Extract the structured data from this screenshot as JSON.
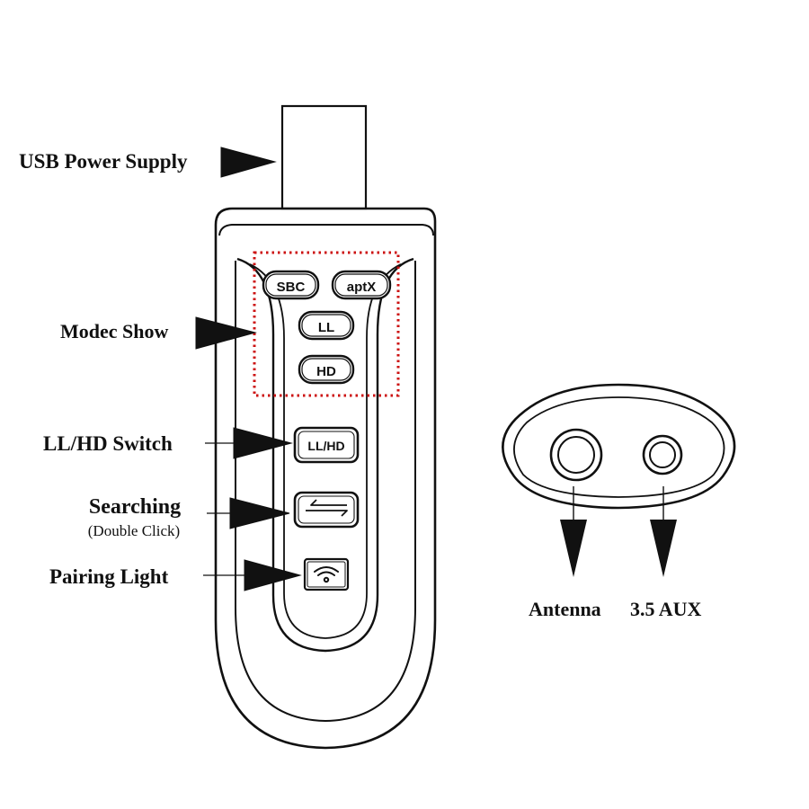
{
  "labels": {
    "usb_power_supply": "USB Power Supply",
    "modec_show": "Modec Show",
    "ll_hd_switch": "LL/HD Switch",
    "searching": "Searching",
    "searching_note": "(Double Click)",
    "pairing_light": "Pairing Light",
    "antenna": "Antenna",
    "aux": "3.5 AUX"
  },
  "buttons": {
    "sbc": "SBC",
    "aptx": "aptX",
    "ll": "LL",
    "hd": "HD",
    "ll_hd": "LL/HD"
  },
  "icons": {
    "search": "swap-arrows-icon",
    "pairing": "wifi-light-icon"
  },
  "colors": {
    "ink": "#111111",
    "highlight_box": "#cc1111",
    "background": "#ffffff"
  }
}
